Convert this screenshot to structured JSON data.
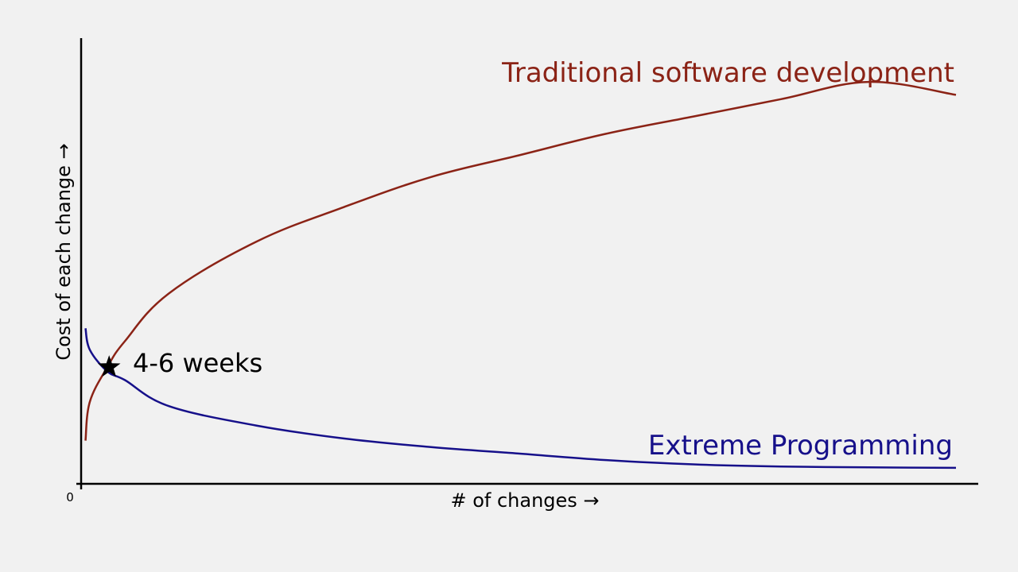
{
  "chart_data": {
    "type": "line",
    "title": "",
    "xlabel": "# of changes →",
    "ylabel": "Cost of each change →",
    "origin_label": "0",
    "xlim": [
      0,
      100
    ],
    "ylim": [
      0,
      100
    ],
    "grid": false,
    "series": [
      {
        "name": "Traditional software development",
        "color": "#8b2316",
        "x": [
          0.5,
          1,
          3,
          5,
          10,
          20,
          30,
          40,
          50,
          60,
          70,
          80,
          90,
          100
        ],
        "y": [
          10,
          19,
          27,
          33,
          44,
          56,
          64,
          71,
          76,
          81,
          85,
          89,
          93,
          90
        ]
      },
      {
        "name": "Extreme Programming",
        "color": "#16108a",
        "x": [
          0.5,
          1,
          3,
          5,
          10,
          20,
          30,
          40,
          50,
          60,
          70,
          80,
          90,
          100
        ],
        "y": [
          36,
          31,
          26,
          24,
          18,
          13.5,
          10.5,
          8.5,
          7,
          5.5,
          4.5,
          4,
          3.8,
          3.7
        ]
      }
    ],
    "annotations": [
      {
        "text": "4-6 weeks",
        "x": 3.2,
        "y": 27,
        "marker": "star"
      }
    ]
  }
}
